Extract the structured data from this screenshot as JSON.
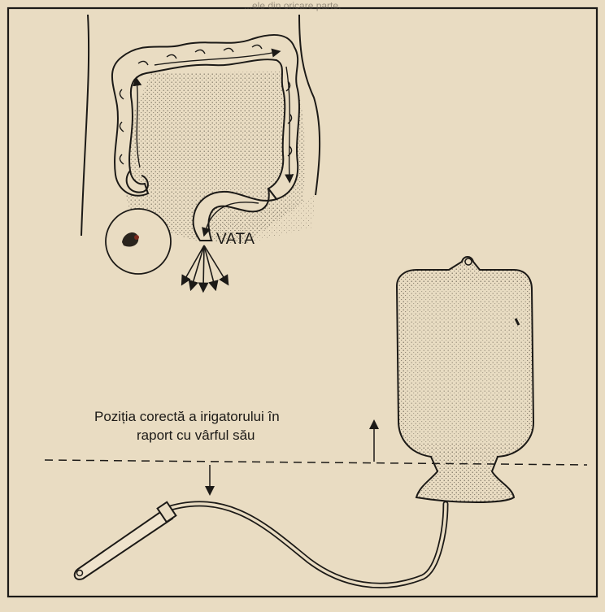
{
  "labels": {
    "cotton": "VATA",
    "caption_line1": "Poziția corectă a irigatorului în",
    "caption_line2": "raport cu vârful său",
    "top_bleed": "...ele din oricare parte."
  },
  "icons": [
    "colon-drawing",
    "anus-closeup-circle",
    "flow-arrows",
    "irrigator-bag",
    "tube",
    "cannula",
    "level-line",
    "pointer-arrows"
  ],
  "colors": {
    "paper": "#e9dcc2",
    "ink": "#1c1a17",
    "stipple": "#8a8170"
  }
}
